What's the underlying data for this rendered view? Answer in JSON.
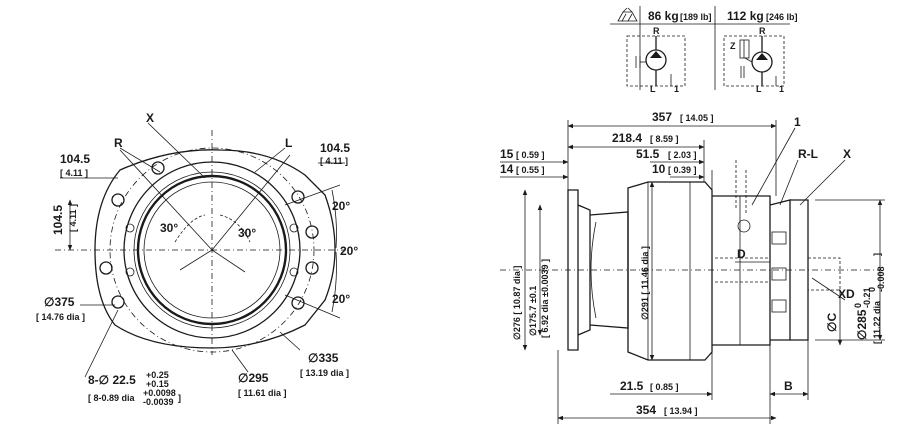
{
  "weights": {
    "left": {
      "value": "86 kg",
      "imperial": "[189 lb]"
    },
    "right": {
      "value": "112 kg",
      "imperial": "[246 lb]"
    }
  },
  "schematic": {
    "left": {
      "port_r": "R",
      "port_l": "L",
      "port_1": "1"
    },
    "right": {
      "port_z": "Z",
      "port_r": "R",
      "port_l": "L",
      "port_1": "1"
    }
  },
  "front_view": {
    "x_label": "X",
    "r_label": "R",
    "l_label": "L",
    "dim_104_5_left": "104.5",
    "dim_104_5_left_in": "[ 4.11 ]",
    "dim_104_5_right": "104.5",
    "dim_104_5_right_in": "[ 4.11 ]",
    "dim_104_5_vert": "104.5",
    "dim_104_5_vert_in": "[ 4.11 ]",
    "angle_30_left": "30°",
    "angle_30_right": "30°",
    "angle_20_top": "20°",
    "angle_20_mid": "20°",
    "angle_20_bot": "20°",
    "dia_375": "∅375",
    "dia_375_in": "[ 14.76 dia ]",
    "holes": "8-∅ 22.5",
    "holes_tol_upper": "+0.25",
    "holes_tol_lower": "+0.15",
    "holes_in": "[ 8-0.89 dia",
    "holes_in_tol_upper": "+0.0098",
    "holes_in_tol_lower": "-0.0039",
    "holes_in_close": "]",
    "dia_295": "∅295",
    "dia_295_in": "[ 11.61 dia ]",
    "dia_335": "∅335",
    "dia_335_in": "[ 13.19 dia ]"
  },
  "side_view": {
    "dim_357": "357",
    "dim_357_in": "[ 14.05 ]",
    "dim_218_4": "218.4",
    "dim_218_4_in": "[ 8.59 ]",
    "dim_51_5": "51.5",
    "dim_51_5_in": "[ 2.03 ]",
    "dim_10": "10",
    "dim_10_in": "[ 0.39 ]",
    "dim_15": "15",
    "dim_15_in": "[ 0.59 ]",
    "dim_14": "14",
    "dim_14_in": "[ 0.55 ]",
    "label_1": "1",
    "label_rl": "R-L",
    "label_x": "X",
    "dim_276": "∅276 [ 10.87 dia ]",
    "dim_175_7": "∅175.7 ±0.1",
    "dim_175_7_in": "[ 6.92 dia ±0.0039 ]",
    "dim_291": "∅291 [ 11.46 dia ]",
    "label_d": "D",
    "label_xd": "XD",
    "label_c": "∅C",
    "dim_285": "∅285",
    "dim_285_tol_upper": "0",
    "dim_285_tol_lower": "-0.21",
    "dim_285_in": "[ 11.22 dia",
    "dim_285_in_tol_upper": "0",
    "dim_285_in_tol_lower": "-0.008",
    "dim_285_in_close": "]",
    "dim_21_5": "21.5",
    "dim_21_5_in": "[ 0.85 ]",
    "label_b": "B",
    "dim_354": "354",
    "dim_354_in": "[ 13.94 ]"
  }
}
